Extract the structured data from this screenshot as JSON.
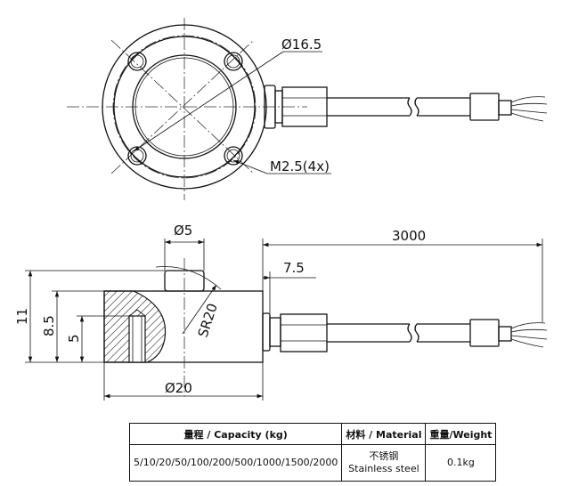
{
  "top_view": {
    "diameter_label": "Ø16.5",
    "thread_label": "M2.5(4x)"
  },
  "side_view": {
    "button_diameter_label": "Ø5",
    "cable_length_label": "3000",
    "cable_offset_label": "7.5",
    "height_total_label": "11",
    "height_body_label": "8.5",
    "hole_depth_label": "5",
    "radius_label": "SR20",
    "body_diameter_label": "Ø20"
  },
  "spec_table": {
    "headers": [
      "量程 / Capacity (kg)",
      "材料 / Material",
      "重量/Weight"
    ],
    "capacity": "5/10/20/50/100/200/500/1000/1500/2000",
    "material_zh": "不锈钢",
    "material_en": "Stainless steel",
    "weight": "0.1kg"
  }
}
